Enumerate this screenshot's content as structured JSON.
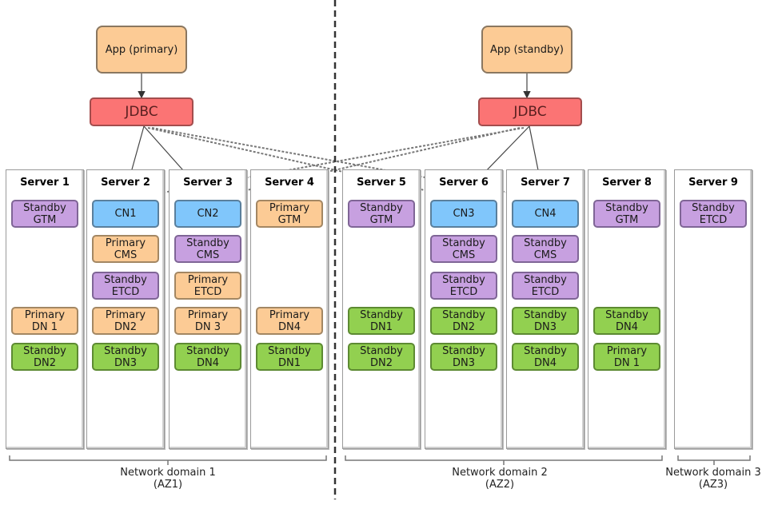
{
  "apps": [
    {
      "label": "App (primary)",
      "jdbc": "JDBC"
    },
    {
      "label": "App (standby)",
      "jdbc": "JDBC"
    }
  ],
  "servers": [
    {
      "title": "Server 1",
      "nodes": [
        {
          "label": "Standby\nGTM",
          "kind": "standby",
          "row": 0
        },
        {
          "label": "Primary\nDN 1",
          "kind": "primary",
          "row": 3
        },
        {
          "label": "Standby\nDN2",
          "kind": "green",
          "row": 4
        }
      ]
    },
    {
      "title": "Server 2",
      "nodes": [
        {
          "label": "CN1",
          "kind": "cn",
          "row": 0
        },
        {
          "label": "Primary\nCMS",
          "kind": "primary",
          "row": 1
        },
        {
          "label": "Standby\nETCD",
          "kind": "standby",
          "row": 2
        },
        {
          "label": "Primary\nDN2",
          "kind": "primary",
          "row": 3
        },
        {
          "label": "Standby\nDN3",
          "kind": "green",
          "row": 4
        }
      ]
    },
    {
      "title": "Server 3",
      "nodes": [
        {
          "label": "CN2",
          "kind": "cn",
          "row": 0
        },
        {
          "label": "Standby\nCMS",
          "kind": "standby",
          "row": 1
        },
        {
          "label": "Primary\nETCD",
          "kind": "primary",
          "row": 2
        },
        {
          "label": "Primary\nDN 3",
          "kind": "primary",
          "row": 3
        },
        {
          "label": "Standby\nDN4",
          "kind": "green",
          "row": 4
        }
      ]
    },
    {
      "title": "Server 4",
      "nodes": [
        {
          "label": "Primary\nGTM",
          "kind": "primary",
          "row": 0
        },
        {
          "label": "Primary\nDN4",
          "kind": "primary",
          "row": 3
        },
        {
          "label": "Standby\nDN1",
          "kind": "green",
          "row": 4
        }
      ]
    },
    {
      "title": "Server 5",
      "nodes": [
        {
          "label": "Standby\nGTM",
          "kind": "standby",
          "row": 0
        },
        {
          "label": "Standby\nDN1",
          "kind": "green",
          "row": 3
        },
        {
          "label": "Standby\nDN2",
          "kind": "green",
          "row": 4
        }
      ]
    },
    {
      "title": "Server 6",
      "nodes": [
        {
          "label": "CN3",
          "kind": "cn",
          "row": 0
        },
        {
          "label": "Standby\nCMS",
          "kind": "standby",
          "row": 1
        },
        {
          "label": "Standby\nETCD",
          "kind": "standby",
          "row": 2
        },
        {
          "label": "Standby\nDN2",
          "kind": "green",
          "row": 3
        },
        {
          "label": "Standby\nDN3",
          "kind": "green",
          "row": 4
        }
      ]
    },
    {
      "title": "Server 7",
      "nodes": [
        {
          "label": "CN4",
          "kind": "cn",
          "row": 0
        },
        {
          "label": "Standby\nCMS",
          "kind": "standby",
          "row": 1
        },
        {
          "label": "Standby\nETCD",
          "kind": "standby",
          "row": 2
        },
        {
          "label": "Standby\nDN3",
          "kind": "green",
          "row": 3
        },
        {
          "label": "Standby\nDN4",
          "kind": "green",
          "row": 4
        }
      ]
    },
    {
      "title": "Server 8",
      "nodes": [
        {
          "label": "Standby\nGTM",
          "kind": "standby",
          "row": 0
        },
        {
          "label": "Standby\nDN4",
          "kind": "green",
          "row": 3
        },
        {
          "label": "Primary\nDN 1",
          "kind": "green",
          "row": 4
        }
      ]
    },
    {
      "title": "Server 9",
      "nodes": [
        {
          "label": "Standby\nETCD",
          "kind": "standby",
          "row": 0
        }
      ]
    }
  ],
  "domains": [
    {
      "label": "Network domain 1\n(AZ1)"
    },
    {
      "label": "Network domain 2\n(AZ2)"
    },
    {
      "label": "Network domain 3\n(AZ3)"
    }
  ]
}
